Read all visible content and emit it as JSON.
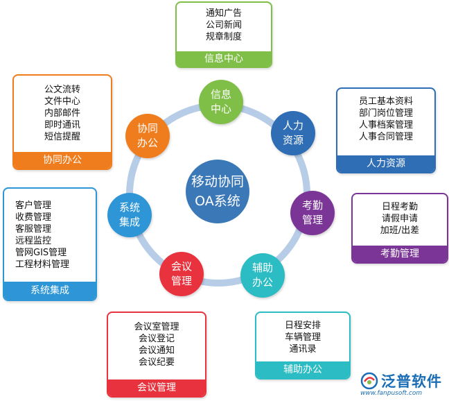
{
  "diagram": {
    "center": {
      "label": "移动协同\nOA系统",
      "color": "#3b78b8"
    },
    "ring_color": "#b7cde7",
    "nodes": [
      {
        "id": "info",
        "label": "信息\n中心",
        "color": "#7fbf47"
      },
      {
        "id": "hr",
        "label": "人力\n资源",
        "color": "#2f6db5"
      },
      {
        "id": "attendance",
        "label": "考勤\n管理",
        "color": "#7b3596"
      },
      {
        "id": "assist",
        "label": "辅助\n办公",
        "color": "#2bbcc4"
      },
      {
        "id": "meeting",
        "label": "会议\n管理",
        "color": "#e8333e"
      },
      {
        "id": "integration",
        "label": "系统\n集成",
        "color": "#2e96d6"
      },
      {
        "id": "collab",
        "label": "协同\n办公",
        "color": "#f07d1d"
      }
    ],
    "cards": [
      {
        "id": "info",
        "title": "信息中心",
        "color": "#7fbf47",
        "items": [
          "通知广告",
          "公司新闻",
          "规章制度"
        ]
      },
      {
        "id": "hr",
        "title": "人力资源",
        "color": "#2f6db5",
        "items": [
          "员工基本资料",
          "部门岗位管理",
          "人事档案管理",
          "人事合同管理"
        ]
      },
      {
        "id": "attendance",
        "title": "考勤管理",
        "color": "#7b3596",
        "items": [
          "日程考勤",
          "请假申请",
          "加班/出差"
        ]
      },
      {
        "id": "assist",
        "title": "辅助办公",
        "color": "#2bbcc4",
        "items": [
          "日程安排",
          "车辆管理",
          "通讯录"
        ]
      },
      {
        "id": "meeting",
        "title": "会议管理",
        "color": "#e8333e",
        "items": [
          "会议室管理",
          "会议登记",
          "会议通知",
          "会议纪要"
        ]
      },
      {
        "id": "integration",
        "title": "系统集成",
        "color": "#2e96d6",
        "items": [
          "客户管理",
          "收费管理",
          "客服管理",
          "远程监控",
          "管网GIS管理",
          "工程材料管理"
        ]
      },
      {
        "id": "collab",
        "title": "协同办公",
        "color": "#f07d1d",
        "items": [
          "公文流转",
          "文件中心",
          "内部邮件",
          "即时通讯",
          "短信提醒"
        ]
      }
    ]
  },
  "logo": {
    "brand": "泛普软件",
    "url": "www.fanpusoft.com"
  }
}
